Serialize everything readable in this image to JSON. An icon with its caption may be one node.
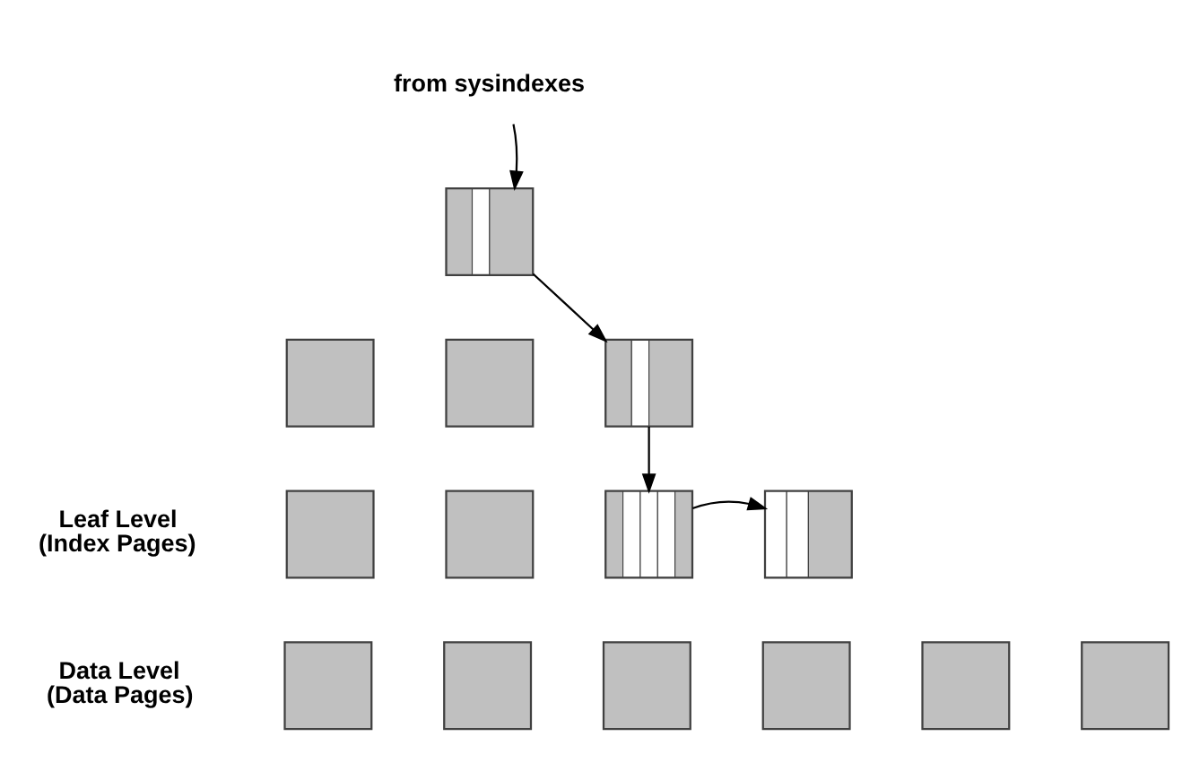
{
  "diagram": {
    "nodes": [
      {
        "text": [
          "from sysindexes"
        ]
      },
      {
        "text": [],
        "shape": "box"
      },
      {
        "text": [],
        "shape": "box"
      },
      {
        "text": [],
        "shape": "box"
      },
      {
        "text": [],
        "shape": "box"
      },
      {
        "text": [],
        "shape": "box"
      },
      {
        "text": [],
        "shape": "box"
      },
      {
        "text": [],
        "shape": "box"
      },
      {
        "text": [],
        "shape": "box"
      },
      {
        "text": [],
        "shape": "box"
      },
      {
        "text": [],
        "shape": "box"
      },
      {
        "text": [],
        "shape": "box"
      },
      {
        "text": [],
        "shape": "box"
      },
      {
        "text": [],
        "shape": "box"
      },
      {
        "text": [],
        "shape": "box"
      }
    ],
    "edges": [
      {
        "from": 0,
        "to": 1,
        "arrow": "to"
      },
      {
        "from": 1,
        "to": 4,
        "arrow": "to"
      },
      {
        "from": 4,
        "to": 7,
        "arrow": "to"
      },
      {
        "from": 7,
        "to": 8,
        "arrow": "to"
      }
    ],
    "labels": [
      "Leaf Level (Index Pages)",
      "Data Level (Data Pages)"
    ]
  }
}
